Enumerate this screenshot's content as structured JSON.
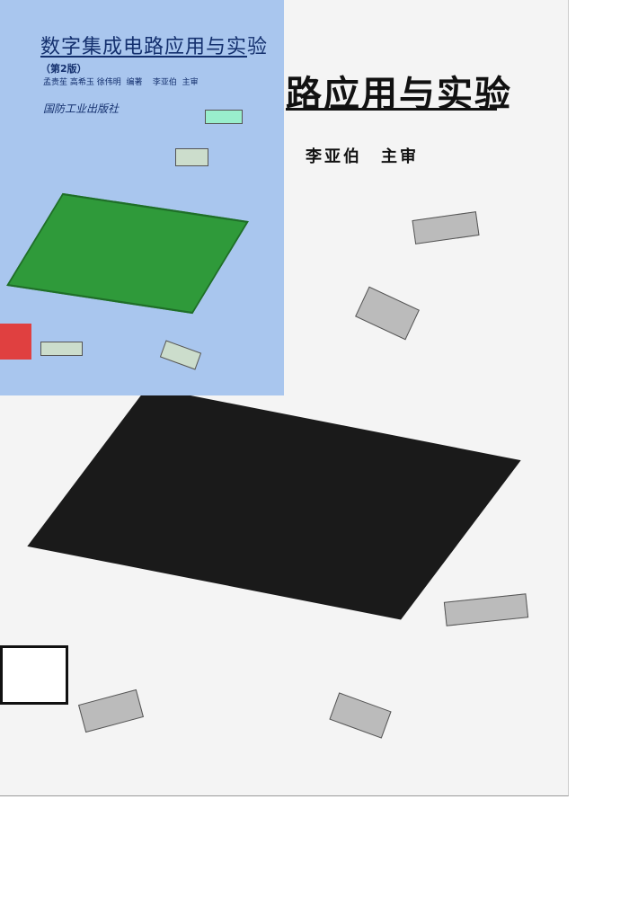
{
  "back_cover": {
    "title_fragment": "路应用与实验",
    "reviewer": "李亚伯　主审"
  },
  "front_cover": {
    "title": "数字集成电路应用与实验",
    "edition": "（第2版）",
    "authors": "孟贵苼 高希玉 徐伟明  编著    李亚伯  主审",
    "publisher": "国防工业出版社",
    "background_color": "#a9c6ee",
    "board_color": "#2f9a3a"
  }
}
